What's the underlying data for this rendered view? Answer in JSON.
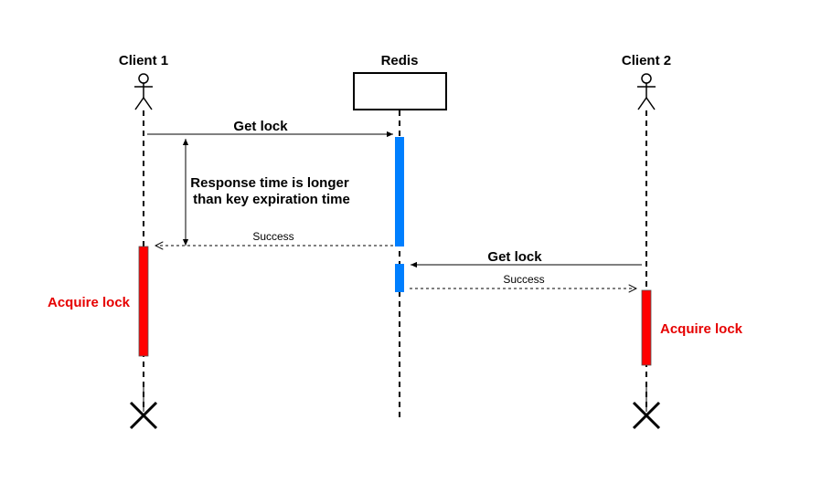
{
  "participants": {
    "client1": {
      "label": "Client 1"
    },
    "redis": {
      "label": "Redis"
    },
    "client2": {
      "label": "Client 2"
    }
  },
  "messages": {
    "client1_get_lock": "Get lock",
    "client1_success": "Success",
    "client2_get_lock": "Get lock",
    "client2_success": "Success"
  },
  "note": {
    "line1": "Response time is longer",
    "line2": "than key expiration time"
  },
  "acquire": {
    "client1": "Acquire lock",
    "client2": "Acquire lock"
  },
  "colors": {
    "redis_activation": "#007FFF",
    "client_activation": "#FF0000",
    "acquire_text": "#E60000",
    "line": "#000000"
  },
  "icons": {
    "client": "stick-figure-icon",
    "redis": "rectangle-box",
    "end": "x-mark-icon"
  }
}
